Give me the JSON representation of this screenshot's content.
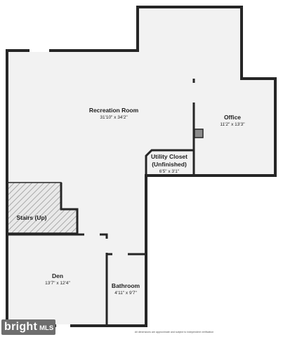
{
  "rooms": {
    "recreation": {
      "name": "Recreation Room",
      "dimensions": "31'10\" x 34'2\""
    },
    "office": {
      "name": "Office",
      "dimensions": "11'2\" x 13'3\""
    },
    "utility": {
      "name_line1": "Utility Closet",
      "name_line2": "(Unfinished)",
      "dimensions": "6'5\" x 3'1\""
    },
    "stairs": {
      "name": "Stairs (Up)"
    },
    "den": {
      "name": "Den",
      "dimensions": "13'7\" x 12'4\""
    },
    "bathroom": {
      "name": "Bathroom",
      "dimensions": "4'11\" x 9'7\""
    }
  },
  "footnote": "All dimensions are approximate and subject to independent verification",
  "badge": {
    "brand": "bright",
    "suffix": "MLS"
  },
  "colors": {
    "wall": "#262626",
    "floor": "#f2f2f2",
    "stair_hatch": "#8c8c8c",
    "badge_bg": "#6e6e6e"
  }
}
